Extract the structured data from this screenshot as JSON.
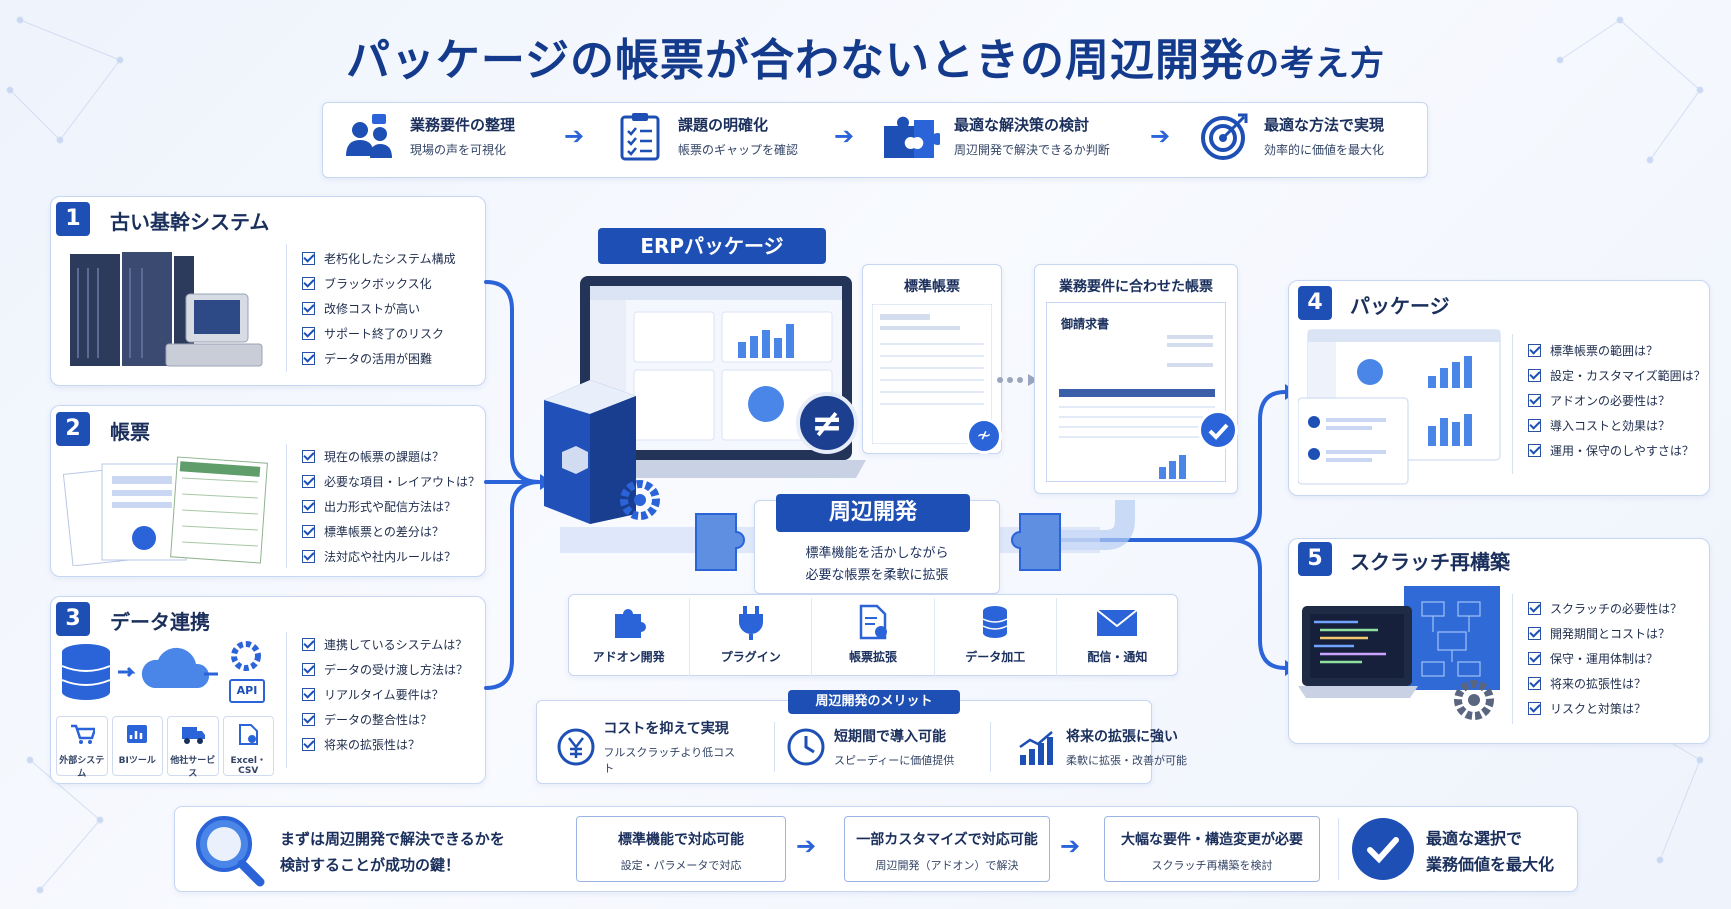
{
  "title": {
    "main": "パッケージの帳票が合わないときの周辺開発",
    "tail": "の考え方"
  },
  "steps": [
    {
      "title": "業務要件の整理",
      "sub": "現場の声を可視化",
      "icon": "users-chat-icon"
    },
    {
      "title": "課題の明確化",
      "sub": "帳票のギャップを確認",
      "icon": "checklist-icon"
    },
    {
      "title": "最適な解決策の検討",
      "sub": "周辺開発で解決できるか判断",
      "icon": "puzzle-icon"
    },
    {
      "title": "最適な方法で実現",
      "sub": "効率的に価値を最大化",
      "icon": "target-icon"
    }
  ],
  "left_sections": [
    {
      "num": "1",
      "title": "古い基幹システム",
      "items": [
        "老朽化したシステム構成",
        "ブラックボックス化",
        "改修コストが高い",
        "サポート終了のリスク",
        "データの活用が困難"
      ]
    },
    {
      "num": "2",
      "title": "帳票",
      "items": [
        "現在の帳票の課題は？",
        "必要な項目・レイアウトは？",
        "出力形式や配信方法は？",
        "標準帳票との差分は？",
        "法対応や社内ルールは？"
      ]
    },
    {
      "num": "3",
      "title": "データ連携",
      "items": [
        "連携しているシステムは？",
        "データの受け渡し方法は？",
        "リアルタイム要件は？",
        "データの整合性は？",
        "将来の拡張性は？"
      ],
      "api_label": "API",
      "sources": [
        "外部システム",
        "BIツール",
        "他社サービス",
        "Excel・CSV"
      ]
    }
  ],
  "right_sections": [
    {
      "num": "4",
      "title": "パッケージ",
      "items": [
        "標準帳票の範囲は？",
        "設定・カスタマイズ範囲は？",
        "アドオンの必要性は？",
        "導入コストと効果は？",
        "運用・保守のしやすさは？"
      ]
    },
    {
      "num": "5",
      "title": "スクラッチ再構築",
      "items": [
        "スクラッチの必要性は？",
        "開発期間とコストは？",
        "保守・運用体制は？",
        "将来の拡張性は？",
        "リスクと対策は？"
      ]
    }
  ],
  "center": {
    "erp_label": "ERPパッケージ",
    "not_equal": "≠",
    "standard_form": "標準帳票",
    "custom_form": "業務要件に合わせた帳票",
    "invoice_title": "御請求書",
    "peripheral": {
      "title": "周辺開発",
      "line1": "標準機能を活かしながら",
      "line2": "必要な帳票を柔軟に拡張"
    },
    "tools": [
      {
        "label": "アドオン開発",
        "icon": "puzzle-piece-icon"
      },
      {
        "label": "プラグイン",
        "icon": "plug-icon"
      },
      {
        "label": "帳票拡張",
        "icon": "document-gear-icon"
      },
      {
        "label": "データ加工",
        "icon": "database-icon"
      },
      {
        "label": "配信・通知",
        "icon": "mail-icon"
      }
    ],
    "merit_title": "周辺開発のメリット",
    "merits": [
      {
        "title": "コストを抑えて実現",
        "sub": "フルスクラッチより低コスト",
        "icon": "yen-icon"
      },
      {
        "title": "短期間で導入可能",
        "sub": "スピーディーに価値提供",
        "icon": "clock-icon"
      },
      {
        "title": "将来の拡張に強い",
        "sub": "柔軟に拡張・改善が可能",
        "icon": "growth-chart-icon"
      }
    ]
  },
  "bottom": {
    "key_line1": "まずは周辺開発で解決できるかを",
    "key_line2": "検討することが成功の鍵！",
    "boxes": [
      {
        "title": "標準機能で対応可能",
        "sub": "設定・パラメータで対応"
      },
      {
        "title": "一部カスタマイズで対応可能",
        "sub": "周辺開発（アドオン）で解決"
      },
      {
        "title": "大幅な要件・構造変更が必要",
        "sub": "スクラッチ再構築を検討"
      }
    ],
    "final_line1": "最適な選択で",
    "final_line2": "業務価値を最大化"
  },
  "colors": {
    "primary": "#1d4fb5",
    "dark_text": "#1a2f5c",
    "accent": "#2b63d9",
    "title": "#143a8c"
  }
}
